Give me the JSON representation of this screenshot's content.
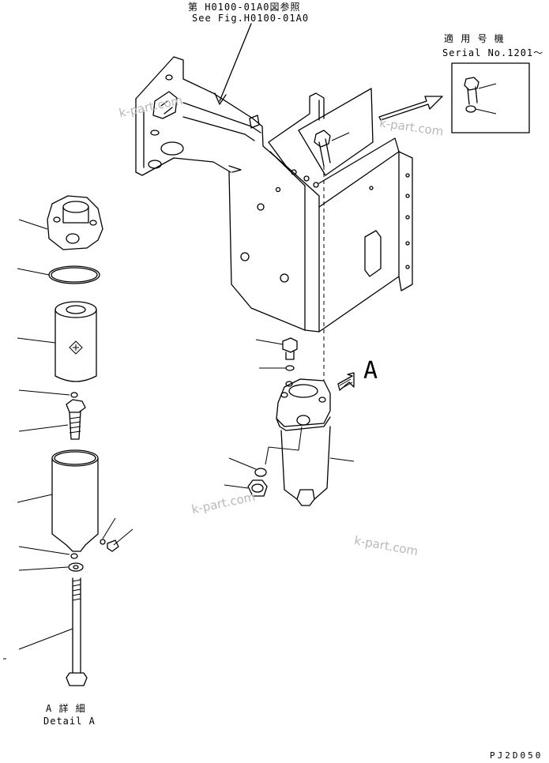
{
  "header": {
    "ref_jp": "第 H0100-01A0図参照",
    "ref_en": "See Fig.H0100-01A0"
  },
  "serial_box": {
    "title_jp": "適 用 号 機",
    "serial": "Serial No.1201〜"
  },
  "view_letter": "A",
  "detail": {
    "jp": "A 詳 細",
    "en": "Detail A"
  },
  "drawing_code": "PJ2D050",
  "watermarks": [
    "k-part.com",
    "k-part.com",
    "k-part.com",
    "k-part.com"
  ]
}
